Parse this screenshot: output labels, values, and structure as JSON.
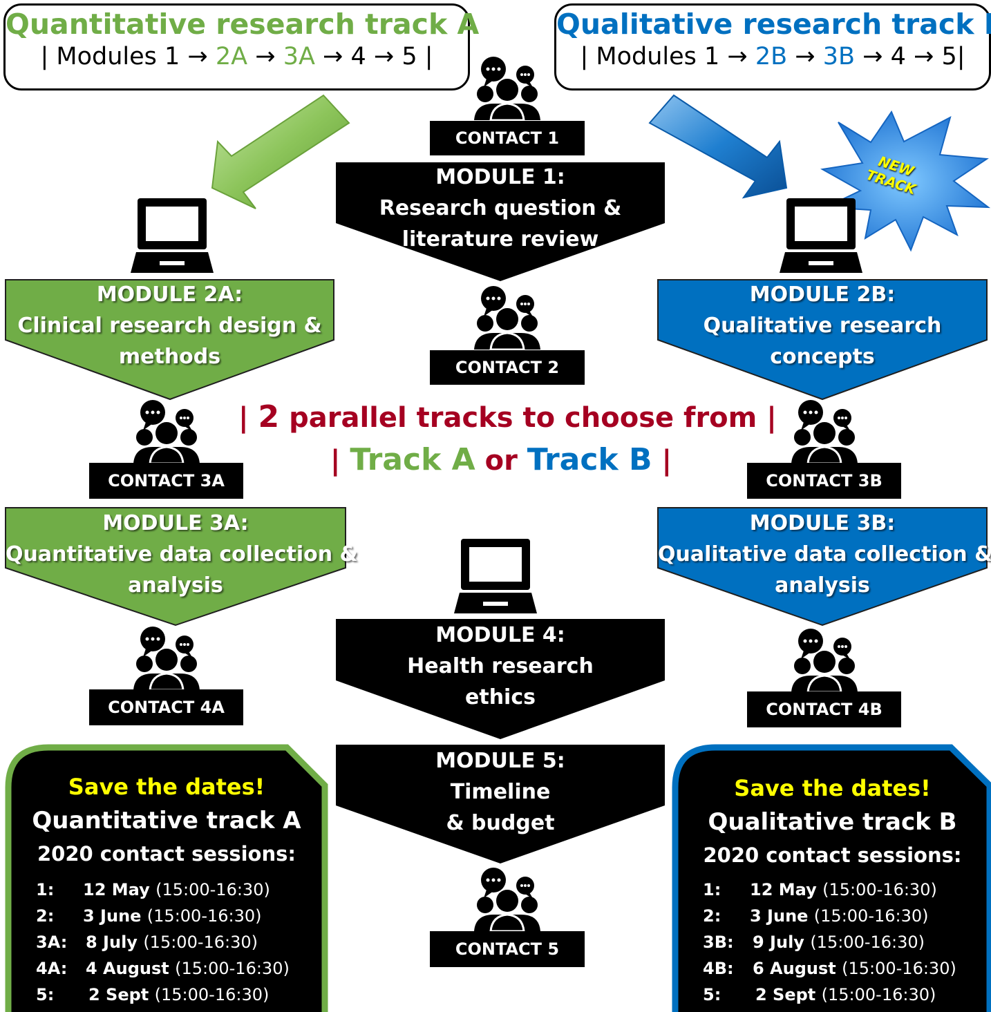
{
  "colors": {
    "green": "#70ad47",
    "blue": "#0070c0",
    "maroon": "#a50021",
    "yellow": "#ffff00",
    "black": "#000000"
  },
  "track_a": {
    "title": "Quantitative research track A",
    "modules_prefix": "| Modules 1 →",
    "m2": "2A",
    "arrow1": "→",
    "m3": "3A",
    "modules_suffix": "→ 4 → 5 |"
  },
  "track_b": {
    "title": "Qualitative research track B",
    "modules_prefix": "| Modules 1 →",
    "m2": "2B",
    "arrow1": "→",
    "m3": "3B",
    "modules_suffix": "→ 4 → 5|"
  },
  "new_track": {
    "line1": "NEW",
    "line2": "TRACK"
  },
  "contacts": {
    "c1": "CONTACT 1",
    "c2": "CONTACT 2",
    "c3a": "CONTACT 3A",
    "c3b": "CONTACT 3B",
    "c4a": "CONTACT 4A",
    "c4b": "CONTACT 4B",
    "c5": "CONTACT 5"
  },
  "modules": {
    "m1": {
      "head": "MODULE 1:",
      "l1": "Research question &",
      "l2": "literature review"
    },
    "m2a": {
      "head": "MODULE 2A:",
      "l1": "Clinical research design &",
      "l2": "methods"
    },
    "m2b": {
      "head": "MODULE 2B:",
      "l1": "Qualitative research",
      "l2": "concepts"
    },
    "m3a": {
      "head": "MODULE 3A:",
      "l1": "Quantitative data collection &",
      "l2": "analysis"
    },
    "m3b": {
      "head": "MODULE 3B:",
      "l1": "Qualitative data collection &",
      "l2": "analysis"
    },
    "m4": {
      "head": "MODULE 4:",
      "l1": "Health research",
      "l2": "ethics"
    },
    "m5": {
      "head": "MODULE 5:",
      "l1": "Timeline",
      "l2": "& budget"
    }
  },
  "center": {
    "line1_a": "| ",
    "line1_num": "2",
    "line1_b": " parallel tracks to choose from |",
    "line2_a": "| ",
    "line2_ta": "Track A",
    "line2_or": " or ",
    "line2_tb": "Track B",
    "line2_c": " |"
  },
  "dates_a": {
    "save": "Save the dates!",
    "track": "Quantitative track A",
    "year": "2020 contact sessions:",
    "sessions": [
      {
        "key": "1:",
        "date": "12 May",
        "time": "(15:00-16:30)"
      },
      {
        "key": "2:",
        "date": "3 June",
        "time": "(15:00-16:30)"
      },
      {
        "key": "3A:",
        "date": "8 July",
        "time": "(15:00-16:30)"
      },
      {
        "key": "4A:",
        "date": "4 August",
        "time": "(15:00-16:30)"
      },
      {
        "key": "5:",
        "date": "2 Sept",
        "time": "(15:00-16:30)"
      }
    ]
  },
  "dates_b": {
    "save": "Save the dates!",
    "track": "Qualitative track B",
    "year": "2020 contact sessions:",
    "sessions": [
      {
        "key": "1:",
        "date": "12 May",
        "time": "(15:00-16:30)"
      },
      {
        "key": "2:",
        "date": "3 June",
        "time": "(15:00-16:30)"
      },
      {
        "key": "3B:",
        "date": "9 July",
        "time": "(15:00-16:30)"
      },
      {
        "key": "4B:",
        "date": "6 August",
        "time": "(15:00-16:30)"
      },
      {
        "key": "5:",
        "date": "2 Sept",
        "time": "(15:00-16:30)"
      }
    ]
  },
  "icons": [
    "group-discussion-icon",
    "laptop-icon",
    "direction-arrow-icon",
    "new-track-starburst-icon"
  ]
}
